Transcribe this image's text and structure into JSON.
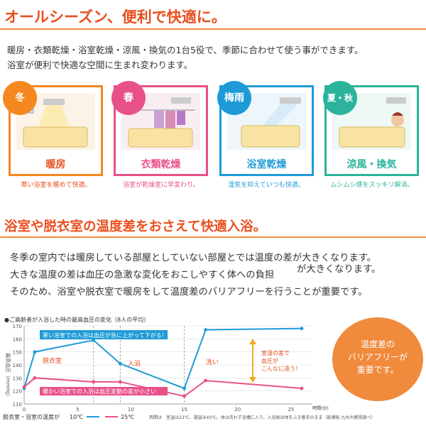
{
  "header1": "オールシーズン、便利で快適に。",
  "intro": {
    "line1": "暖房・衣類乾燥・浴室乾燥・涼風・換気の1台5役で、季節に合わせて使う事ができます。",
    "line2": "浴室が便利で快適な空間に生まれ変わります。"
  },
  "seasons": [
    {
      "season": "冬",
      "label": "暖房",
      "caption": "寒い浴室を暖めて快適。",
      "color": "#f5871f",
      "label_color": "#e94f1e"
    },
    {
      "season": "春",
      "label": "衣類乾燥",
      "caption": "浴室が乾燥室に早変わり。",
      "color": "#e8508a",
      "label_color": "#e8508a"
    },
    {
      "season": "梅雨",
      "label": "浴室乾燥",
      "caption": "湿気を抑えていつも快適。",
      "color": "#1e9bd7",
      "label_color": "#1e9bd7"
    },
    {
      "season": "夏・秋",
      "label": "涼風・換気",
      "caption": "ムシムシ感をスッキリ解消。",
      "color": "#2bb39b",
      "label_color": "#2bb39b"
    }
  ],
  "header2": "浴室や脱衣室の温度差をおさえて快適入浴。",
  "para": {
    "line1": "冬季の室内では暖房している部屋としていない部屋とでは温度の差が大きくなります。",
    "line2": "大きな温度の差は血圧の急激な変化をおこしやすく体への負担",
    "line2b": "が大きくなります。",
    "line3": "そのため、浴室や脱衣室で暖房をして温度差のバリアフリーを行うことが重要です。"
  },
  "chart_title": "●ご高齢者が入浴した時の最高血圧の変化（8人の平均）",
  "callout": {
    "line1": "温度差の",
    "line2": "バリアフリーが",
    "line3": "重要です。"
  },
  "chart_data": {
    "type": "line",
    "title": "●ご高齢者が入浴した時の最高血圧の変化（8人の平均）",
    "ylabel": "最高血圧（mmHg）",
    "xlabel": "時間（分）",
    "xlim": [
      0,
      27
    ],
    "ylim": [
      110,
      170
    ],
    "x_ticks": [
      "0",
      "5",
      "10",
      "15",
      "20",
      "25"
    ],
    "x_tick_values": [
      0,
      5,
      10,
      15,
      20,
      25
    ],
    "y_ticks": [
      "110",
      "120",
      "130",
      "140",
      "150",
      "160",
      "170"
    ],
    "y_tick_values": [
      110,
      120,
      130,
      140,
      150,
      160,
      170
    ],
    "x_axis_suffix": "時間(分)",
    "series": [
      {
        "name": "10℃",
        "color": "#1e9bd7",
        "x": [
          0,
          1,
          6.5,
          9,
          15,
          17,
          26
        ],
        "y": [
          122,
          150,
          159,
          141,
          122,
          167,
          168
        ]
      },
      {
        "name": "25℃",
        "color": "#e8508a",
        "x": [
          0,
          1,
          6.5,
          9,
          15,
          17,
          26
        ],
        "y": [
          123,
          130,
          127,
          127,
          116,
          128,
          122
        ]
      }
    ],
    "phases": [
      "脱衣室",
      "入浴",
      "洗い"
    ],
    "annotations": {
      "top": "寒い浴室での入浴は血圧が急に上がって下がる！",
      "bottom": "暖かい浴室での入浴は血圧変動の差が小さい",
      "side1": "室温の差で",
      "side2": "血圧が",
      "side3": "こんなに違う！"
    },
    "legend_prefix": "脱衣室・浴室の温度が",
    "footnote": "室温は23℃、湯温は40℃。体は洗わず浴槽に入り、入浴後は体をふき着衣のまま（能瀬裕 九州大教授調べ）",
    "footnote_prefix": "西間は"
  }
}
